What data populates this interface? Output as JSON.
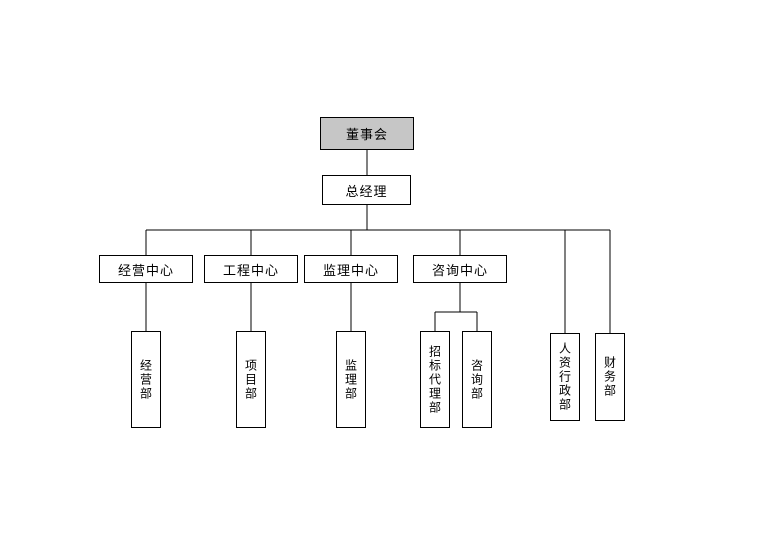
{
  "chart": {
    "type": "org-chart",
    "board": {
      "label": "董事会"
    },
    "general_manager": {
      "label": "总经理"
    },
    "centers": [
      {
        "label": "经营中心"
      },
      {
        "label": "工程中心"
      },
      {
        "label": "监理中心"
      },
      {
        "label": "咨询中心"
      }
    ],
    "departments": [
      {
        "label": "经营部"
      },
      {
        "label": "项目部"
      },
      {
        "label": "监理部"
      },
      {
        "label": "招标代理部"
      },
      {
        "label": "咨询部"
      },
      {
        "label": "人资行政部"
      },
      {
        "label": "财务部"
      }
    ],
    "colors": {
      "board_fill": "#c6c6c6",
      "box_fill": "#ffffff",
      "line": "#000000"
    }
  }
}
